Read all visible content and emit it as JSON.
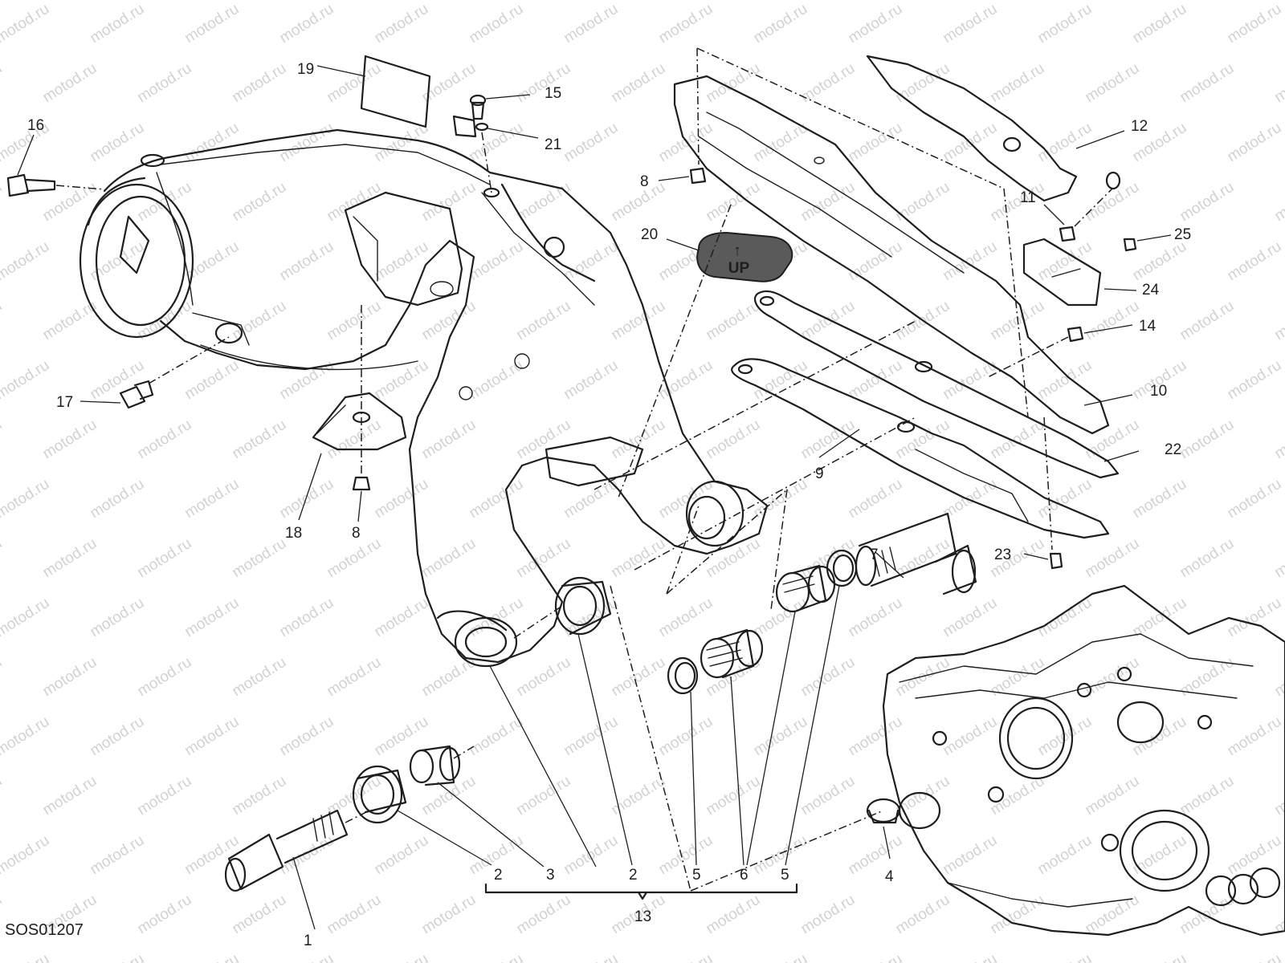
{
  "drawing_code": "SOS01207",
  "watermark": "motod.ru",
  "up_label": {
    "arrow": "↑",
    "text": "UP"
  },
  "callouts": {
    "c1": "1",
    "c2a": "2",
    "c3": "3",
    "c2b": "2",
    "c5a": "5",
    "c6": "6",
    "c5b": "5",
    "c13": "13",
    "c4": "4",
    "c7": "7",
    "c8a": "8",
    "c8b": "8",
    "c9": "9",
    "c10": "10",
    "c11": "11",
    "c12": "12",
    "c14": "14",
    "c15": "15",
    "c16": "16",
    "c17": "17",
    "c18": "18",
    "c19": "19",
    "c20": "20",
    "c21": "21",
    "c22": "22",
    "c23": "23",
    "c24": "24",
    "c25": "25"
  }
}
